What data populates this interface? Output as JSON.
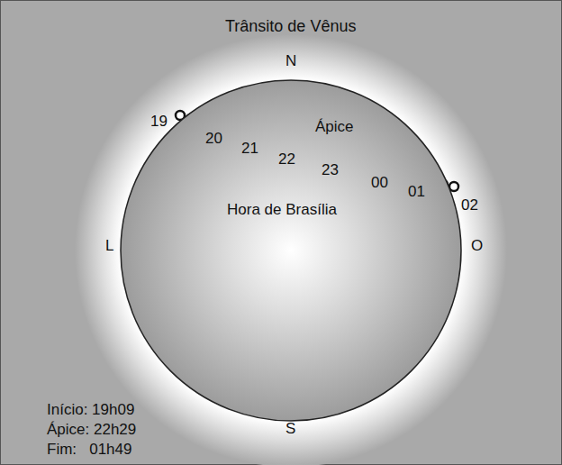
{
  "diagram": {
    "title": "Trânsito de Vênus",
    "nodes": [
      {
        "text": [
          "Hora de Brasília"
        ]
      }
    ],
    "labels": [
      "N",
      "S",
      "L",
      "O",
      "19",
      "20",
      "21",
      "22",
      "23",
      "00",
      "01",
      "02",
      "Ápice",
      "Início: 19h09",
      "Ápice: 22h29",
      "Fim:   01h49"
    ]
  }
}
